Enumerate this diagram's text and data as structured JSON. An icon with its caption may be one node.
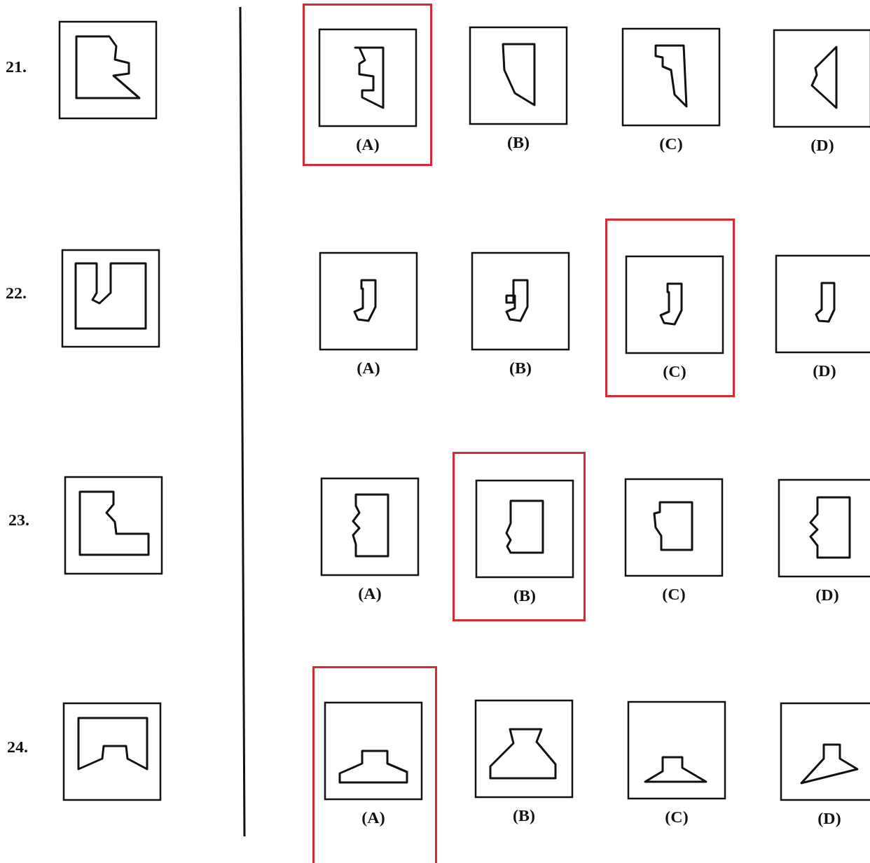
{
  "diagram": {
    "nodes": [
      {
        "text": [],
        "shape": "box"
      },
      {
        "text": [
          "(A)"
        ],
        "in": 0
      },
      {
        "text": [
          "(B)"
        ]
      },
      {
        "text": [
          "(C)"
        ]
      },
      {
        "text": [
          "(D)"
        ]
      },
      {
        "text": [
          "(A)"
        ]
      },
      {
        "text": [
          "(B)"
        ]
      },
      {
        "text": [],
        "shape": "box"
      },
      {
        "text": [
          "(C)"
        ],
        "in": 7
      },
      {
        "text": [
          "(D)"
        ]
      },
      {
        "text": [
          "(A)"
        ]
      },
      {
        "text": [],
        "shape": "box"
      },
      {
        "text": [
          "(B)"
        ],
        "in": 11
      },
      {
        "text": [
          "(C)"
        ]
      },
      {
        "text": [
          "(D)"
        ]
      },
      {
        "text": [],
        "shape": "box"
      },
      {
        "text": [
          "(A)"
        ],
        "in": 15
      },
      {
        "text": [
          "(B)"
        ]
      },
      {
        "text": [
          "(C)"
        ]
      },
      {
        "text": [
          "(D)"
        ]
      }
    ],
    "labels": [
      "21.",
      "22.",
      "23.",
      "24."
    ]
  }
}
